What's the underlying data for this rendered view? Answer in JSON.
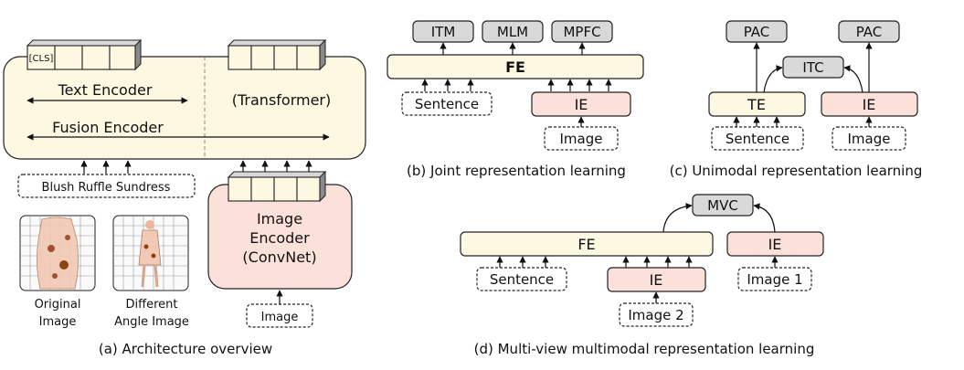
{
  "panel_a": {
    "cls_token": "[CLS]",
    "text_encoder": "Text Encoder",
    "transformer": "(Transformer)",
    "fusion_encoder": "Fusion Encoder",
    "text_input": "Blush Ruffle Sundress",
    "image_encoder_line1": "Image",
    "image_encoder_line2": "Encoder",
    "image_encoder_line3": "(ConvNet)",
    "image_input": "Image",
    "thumb1_line1": "Original",
    "thumb1_line2": "Image",
    "thumb2_line1": "Different",
    "thumb2_line2": "Angle Image",
    "caption": "(a) Architecture overview"
  },
  "panel_b": {
    "heads": [
      "ITM",
      "MLM",
      "MPFC"
    ],
    "fe": "FE",
    "sentence": "Sentence",
    "ie": "IE",
    "image": "Image",
    "caption": "(b) Joint representation learning"
  },
  "panel_c": {
    "pac_left": "PAC",
    "pac_right": "PAC",
    "itc": "ITC",
    "te": "TE",
    "ie": "IE",
    "sentence": "Sentence",
    "image": "Image",
    "caption": "(c) Unimodal representation learning"
  },
  "panel_d": {
    "mvc": "MVC",
    "fe": "FE",
    "ie_right": "IE",
    "sentence": "Sentence",
    "ie_mid": "IE",
    "image1": "Image 1",
    "image2": "Image 2",
    "caption": "(d) Multi-view multimodal representation learning"
  },
  "colors": {
    "encoder_yellow": "#fdf8e1",
    "encoder_pink": "#fbe1da",
    "objective_gray": "#d9d9d9"
  }
}
